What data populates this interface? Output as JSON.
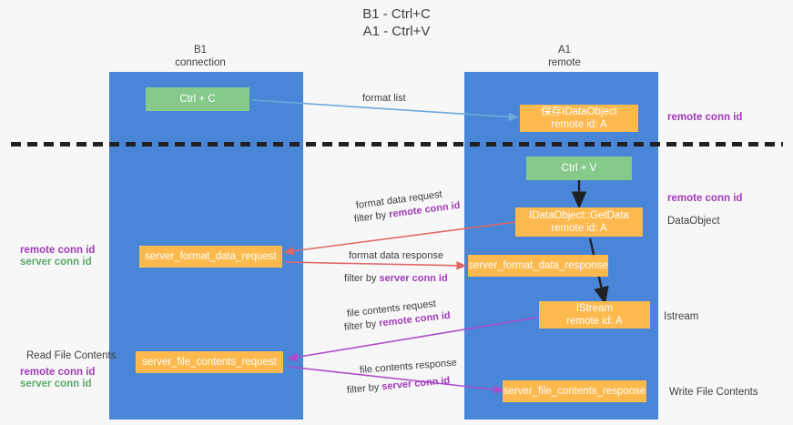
{
  "title": {
    "line1": "B1 - Ctrl+C",
    "line2": "A1 - Ctrl+V"
  },
  "columns": [
    {
      "name": "B1",
      "sub": "connection"
    },
    {
      "name": "A1",
      "sub": "remote"
    }
  ],
  "nodes": {
    "ctrl_c": "Ctrl + C",
    "save_dataobject_l1": "保存IDataObject",
    "save_dataobject_l2": "remote id: A",
    "ctrl_v": "Ctrl + V",
    "getdata_l1": "IDataObject::GetData",
    "getdata_l2": "remote id: A",
    "server_format_data_request": "server_format_data_request",
    "server_format_data_response": "server_format_data_response",
    "istream_l1": "IStream",
    "istream_l2": "remote id: A",
    "server_file_contents_request": "server_file_contents_request",
    "server_file_contents_response": "server_file_contents_response"
  },
  "edge_labels": {
    "format_list": "format list",
    "format_data_request": "format data request",
    "filter_by_1_prefix": "filter by ",
    "filter_by_1_key": "remote conn id",
    "format_data_response": "format data response",
    "filter_by_2_prefix": "filter by ",
    "filter_by_2_key": "server conn id",
    "file_contents_request": "file contents request",
    "filter_by_3_prefix": "filter by ",
    "filter_by_3_key": "remote conn id",
    "file_contents_response": "file contents response",
    "filter_by_4_prefix": "filter by ",
    "filter_by_4_key": "server conn id"
  },
  "right_labels": {
    "remote_conn_id_top": "remote conn id",
    "remote_conn_id_mid": "remote conn id",
    "dataobject": "DataObject",
    "istream": "Istream",
    "write_file_contents": "Write File Contents"
  },
  "left_labels": {
    "remote_conn_id": "remote conn id",
    "server_conn_id": "server conn id",
    "read_file_contents": "Read File Contents",
    "remote_conn_id_2": "remote conn id",
    "server_conn_id_2": "server conn id"
  },
  "colors": {
    "band": "#4a86d8",
    "green_node": "#86ca8b",
    "orange_node": "#fcb94d",
    "purple": "#a23bb8",
    "green_text": "#5aa96a",
    "arrow_blue": "#6fa8dc",
    "arrow_red": "#e06666",
    "arrow_magenta": "#b04bc9",
    "arrow_dark": "#202124",
    "background": "#f7f7f7"
  }
}
